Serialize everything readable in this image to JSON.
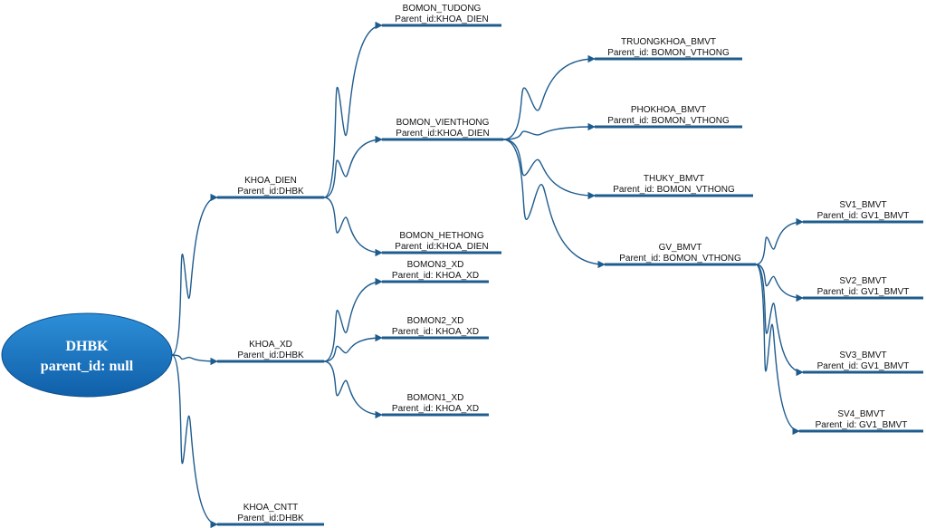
{
  "diagram": {
    "colors": {
      "line": "#1f5c8e",
      "root_fill_top": "#2d8fd8",
      "root_fill_bottom": "#0f5fa8",
      "text": "#111111"
    },
    "root": {
      "id": "root",
      "title": "DHBK",
      "subtitle": "parent_id: null"
    },
    "nodes": [
      {
        "id": "khoa_dien",
        "name": "KHOA_DIEN",
        "parent": "Parent_id:DHBK",
        "from": "root"
      },
      {
        "id": "khoa_xd",
        "name": "KHOA_XD",
        "parent": "Parent_id:DHBK",
        "from": "root"
      },
      {
        "id": "khoa_cntt",
        "name": "KHOA_CNTT",
        "parent": "Parent_id:DHBK",
        "from": "root"
      },
      {
        "id": "bomon_tudong",
        "name": "BOMON_TUDONG",
        "parent": "Parent_id:KHOA_DIEN",
        "from": "khoa_dien"
      },
      {
        "id": "bomon_vienthong",
        "name": "BOMON_VIENTHONG",
        "parent": "Parent_id:KHOA_DIEN",
        "from": "khoa_dien"
      },
      {
        "id": "bomon_hethong",
        "name": "BOMON_HETHONG",
        "parent": "Parent_id:KHOA_DIEN",
        "from": "khoa_dien"
      },
      {
        "id": "bomon3_xd",
        "name": "BOMON3_XD",
        "parent": "Parent_id: KHOA_XD",
        "from": "khoa_xd"
      },
      {
        "id": "bomon2_xd",
        "name": "BOMON2_XD",
        "parent": "Parent_id: KHOA_XD",
        "from": "khoa_xd"
      },
      {
        "id": "bomon1_xd",
        "name": "BOMON1_XD",
        "parent": "Parent_id: KHOA_XD",
        "from": "khoa_xd"
      },
      {
        "id": "truongkhoa_bmvt",
        "name": "TRUONGKHOA_BMVT",
        "parent": "Parent_id: BOMON_VTHONG",
        "from": "bomon_vienthong"
      },
      {
        "id": "phokhoa_bmvt",
        "name": "PHOKHOA_BMVT",
        "parent": "Parent_id: BOMON_VTHONG",
        "from": "bomon_vienthong"
      },
      {
        "id": "thuky_bmvt",
        "name": "THUKY_BMVT",
        "parent": "Parent_id: BOMON_VTHONG",
        "from": "bomon_vienthong"
      },
      {
        "id": "gv_bmvt",
        "name": "GV_BMVT",
        "parent": "Parent_id: BOMON_VTHONG",
        "from": "bomon_vienthong"
      },
      {
        "id": "sv1_bmvt",
        "name": "SV1_BMVT",
        "parent": "Parent_id: GV1_BMVT",
        "from": "gv_bmvt"
      },
      {
        "id": "sv2_bmvt",
        "name": "SV2_BMVT",
        "parent": "Parent_id: GV1_BMVT",
        "from": "gv_bmvt"
      },
      {
        "id": "sv3_bmvt",
        "name": "SV3_BMVT",
        "parent": "Parent_id: GV1_BMVT",
        "from": "gv_bmvt"
      },
      {
        "id": "sv4_bmvt",
        "name": "SV4_BMVT",
        "parent": "Parent_id: GV1_BMVT",
        "from": "gv_bmvt"
      }
    ]
  }
}
